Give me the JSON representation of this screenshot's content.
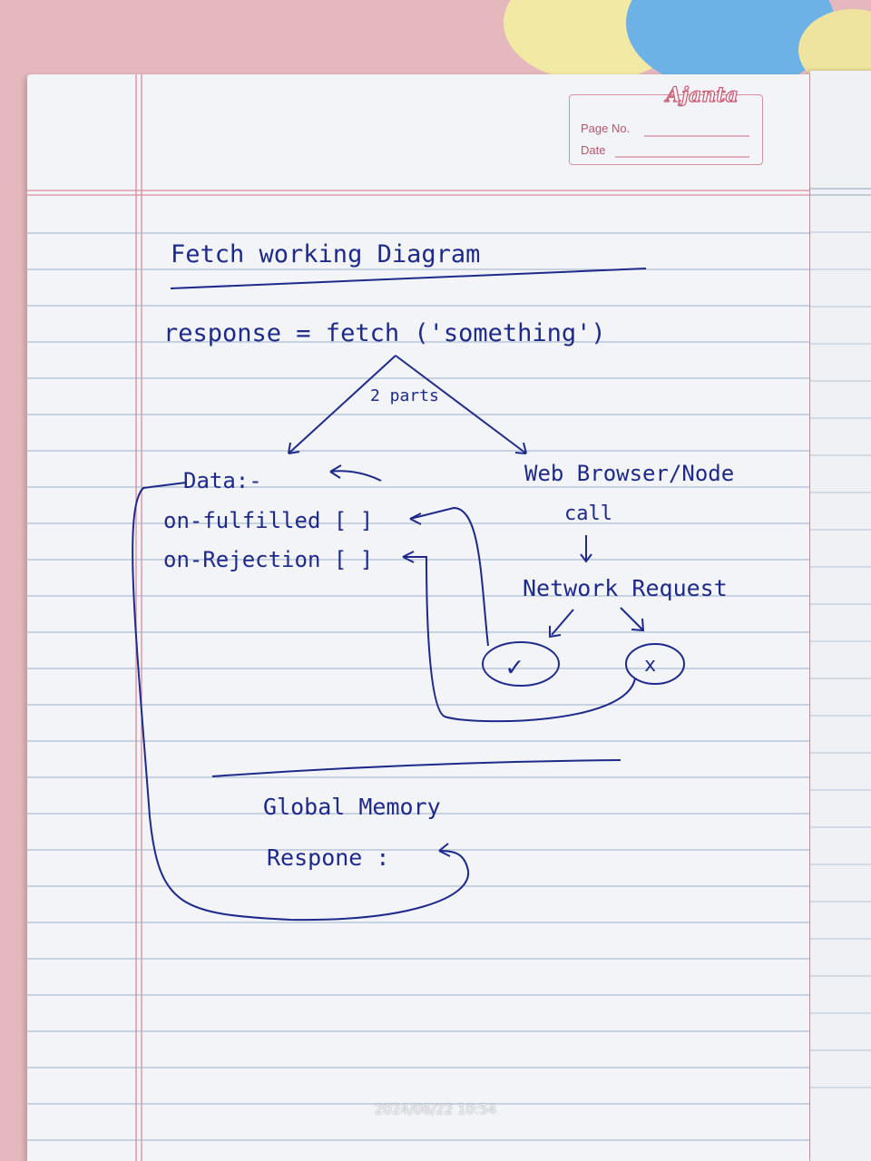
{
  "header": {
    "brand": "Ajanta",
    "page_no_label": "Page No.",
    "date_label": "Date"
  },
  "diagram": {
    "title": "Fetch working Diagram",
    "statement": "response = fetch ('something')",
    "split_label": "2 parts",
    "data_block": {
      "data_label": "Data:-",
      "fulfilled_label": "on-fulfilled [ ]",
      "rejection_label": "on-Rejection [ ]"
    },
    "browser_label": "Web Browser/Node",
    "call_label": "call",
    "network_label": "Network Request",
    "success_symbol": "✓",
    "failure_symbol": "x",
    "global_memory_label": "Global Memory",
    "response_label": "Respone :"
  },
  "timestamp": "2024/06/22 10:54"
}
